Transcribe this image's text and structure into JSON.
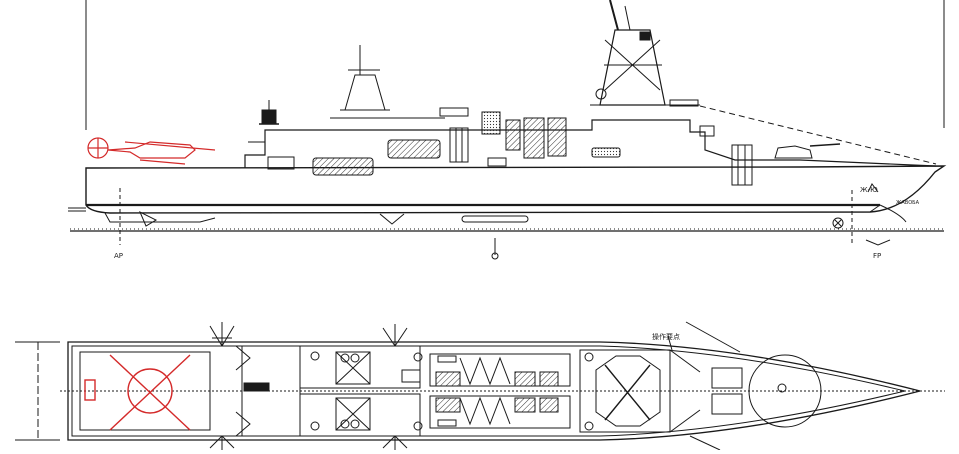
{
  "drawing": {
    "profile_labels": {
      "aft_perpendicular": "AP",
      "forward_perpendicular": "FP",
      "hull_marking": "Ж-Ю",
      "name_plate": "ЖАВОБА"
    },
    "plan_labels": {
      "callout": "操作要点"
    },
    "colors": {
      "line": "#1a1a1a",
      "helicopter": "#d42a2a",
      "background": "#ffffff",
      "hatch": "#333333"
    },
    "icons": [
      "helicopter-icon",
      "radar-mast-icon",
      "gun-turret-icon",
      "lifeboat-icon",
      "anchor-icon"
    ]
  }
}
